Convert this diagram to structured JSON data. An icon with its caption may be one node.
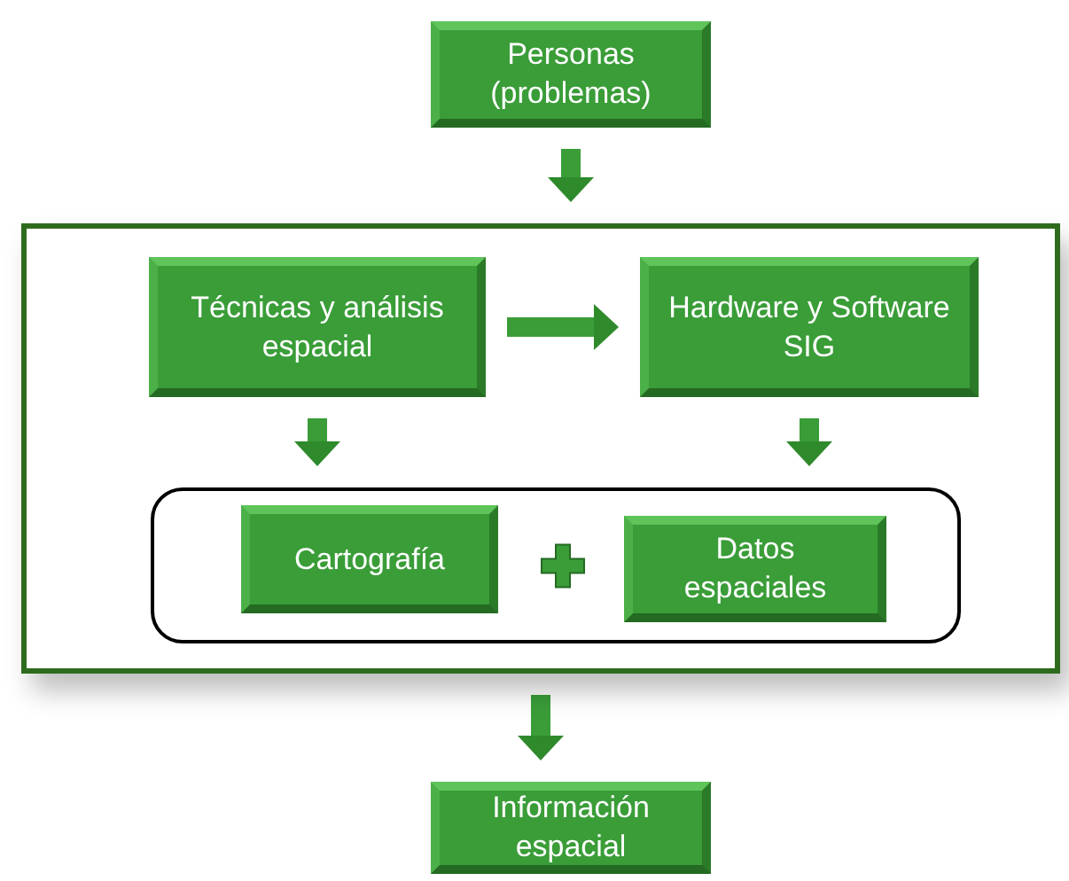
{
  "diagram": {
    "nodes": [
      {
        "text": [
          "Personas (problemas)"
        ]
      },
      {
        "text": [],
        "shape": "box"
      },
      {
        "text": [
          "Técnicas y análisis espacial"
        ],
        "in": 1
      },
      {
        "text": [
          "Hardware y Software SIG"
        ],
        "in": 1
      },
      {
        "text": [],
        "shape": "box",
        "in": 1
      },
      {
        "text": [
          "Cartografía"
        ],
        "in": 4
      },
      {
        "text": [
          "Datos espaciales"
        ],
        "in": 4
      },
      {
        "text": [
          "Información espacial"
        ]
      }
    ],
    "edges": [
      {
        "from": 0,
        "to": 1,
        "arrow": "to"
      },
      {
        "from": 2,
        "to": 3,
        "arrow": "to"
      },
      {
        "from": 2,
        "to": 4,
        "arrow": "to"
      },
      {
        "from": 3,
        "to": 4,
        "arrow": "to"
      },
      {
        "from": 1,
        "to": 7,
        "arrow": "to"
      }
    ]
  }
}
